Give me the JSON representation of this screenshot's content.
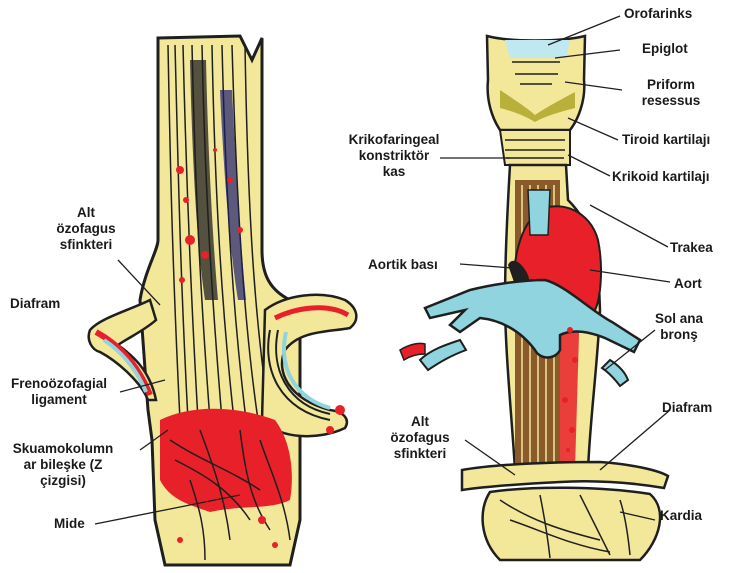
{
  "colors": {
    "yellow": "#f3e79a",
    "outline": "#1f1f1f",
    "red": "#e8202a",
    "blue": "#8fd4de",
    "brown": "#8b5a2b",
    "olive": "#b8b03a",
    "cyan_top": "#bfe8f0",
    "navy": "#1c1c6e"
  },
  "left": {
    "labels": {
      "alt_sfinkter": "Alt\nözofagus\nsfinkteri",
      "diafram": "Diafram",
      "ligament": "Frenoözofagial\nligament",
      "z_cizgisi": "Skuamokolumn\nar bileşke (Z\nçizgisi)",
      "mide": "Mide"
    }
  },
  "right": {
    "labels": {
      "orofarinks": "Orofarinks",
      "epiglot": "Epiglot",
      "priform": "Priform\nresessus",
      "tiroid": "Tiroid kartilajı",
      "krikofaringeal": "Krikofaringeal\nkonstriktör\nkas",
      "krikoid": "Krikoid kartilajı",
      "trakea": "Trakea",
      "aortik_basi": "Aortik bası",
      "aort": "Aort",
      "sol_ana_bronş": "Sol ana\nbronş",
      "alt_sfinkter": "Alt\nözofagus\nsfinkteri",
      "diafram": "Diafram",
      "kardia": "Kardia"
    }
  }
}
